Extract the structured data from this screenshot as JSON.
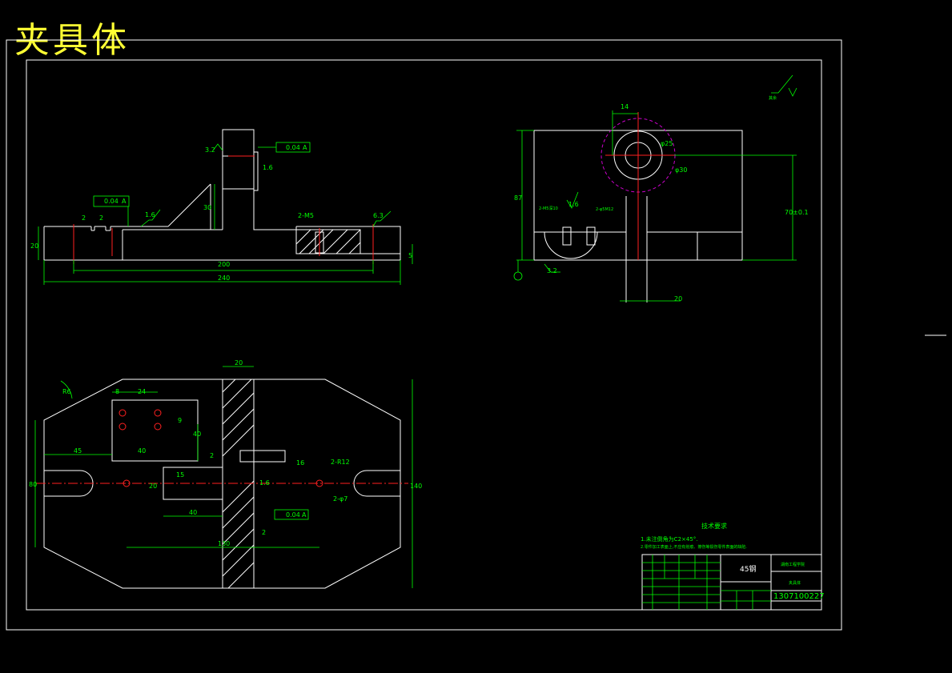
{
  "title": "夹具体",
  "material": "45钢",
  "drawing_number": "1307100227",
  "tech_req": {
    "heading": "技术要求",
    "line1": "1.未注倒角为C2×45°.",
    "line2": "2.零件加工表面上,不应有划痕、擦伤等损伤零件表面的缺陷."
  },
  "title_block": {
    "school": "湖南工程学院",
    "part_name": "夹具体"
  },
  "roughness_note": "其余",
  "front_view": {
    "dims": [
      "200",
      "240",
      "20",
      "5",
      "30",
      "2",
      "2",
      "2-M5",
      "3.2",
      "0.04",
      "A",
      "0.04",
      "A",
      "1.6",
      "1.6",
      "6.3"
    ]
  },
  "side_view": {
    "dims": [
      "87",
      "70±0.1",
      "φ25",
      "φ30",
      "14",
      "3.2",
      "1.6",
      "2-M5深10",
      "2-φ5M12",
      "20"
    ]
  },
  "top_view": {
    "dims": [
      "20",
      "24",
      "8",
      "9",
      "40",
      "45",
      "40",
      "20",
      "15",
      "2",
      "40",
      "130",
      "140",
      "80",
      "2",
      "1.6",
      "0.04",
      "A",
      "2-R12",
      "2-φ7",
      "16",
      "R6"
    ]
  }
}
